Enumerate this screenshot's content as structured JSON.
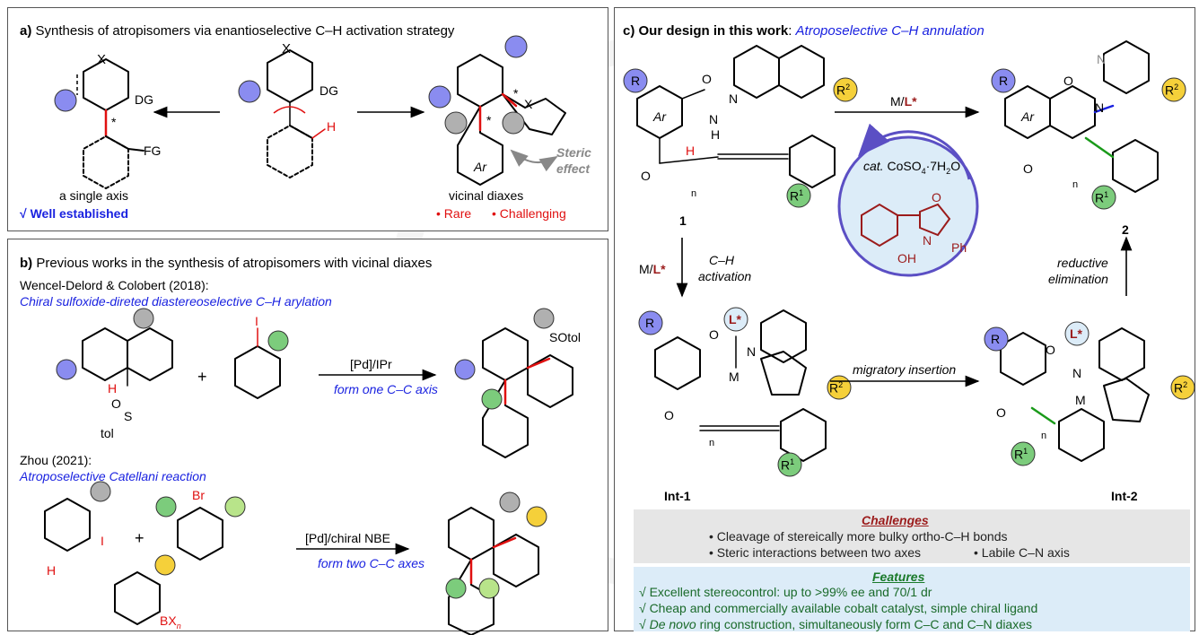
{
  "panel_a": {
    "heading_letter": "a)",
    "heading_text": "Synthesis of atropisomers via enantioselective C–H activation strategy",
    "left_caption": "a single axis",
    "left_status": "√ Well established",
    "right_caption": "vicinal diaxes",
    "right_tag_1": "• Rare",
    "right_tag_2": "• Challenging",
    "steric_label_1": "Steric",
    "steric_label_2": "effect",
    "label_X": "X",
    "label_DG": "DG",
    "label_FG": "FG",
    "label_H": "H",
    "label_Ar": "Ar",
    "label_star": "*"
  },
  "panel_b": {
    "heading_letter": "b)",
    "heading_text": "Previous works in the synthesis of atropisomers with vicinal diaxes",
    "work1_authors": "Wencel-Delord & Colobert (2018):",
    "work1_title": "Chiral sulfoxide-direted diastereoselective C–H arylation",
    "work1_reagent": "[Pd]/IPr",
    "work1_note": "form one C–C axis",
    "work1_product_group": "SOtol",
    "work1_S": "S",
    "work1_O": "O",
    "work1_tol": "tol",
    "work2_authors": "Zhou (2021):",
    "work2_title": "Atroposelective Catellani reaction",
    "work2_reagent": "[Pd]/chiral NBE",
    "work2_note": "form two C–C axes",
    "label_I": "I",
    "label_Br": "Br",
    "label_H": "H",
    "label_BX": "BX",
    "label_n": "n",
    "plus": "+"
  },
  "panel_c": {
    "heading_prefix": "c) Our design in this work",
    "heading_colon": ":",
    "heading_title": "Atroposelective C–H annulation",
    "top_reagent_M": "M/",
    "top_reagent_L": "L*",
    "compound_1": "1",
    "compound_2": "2",
    "int1": "Int-1",
    "int2": "Int-2",
    "step_CH_1": "C–H",
    "step_CH_2": "activation",
    "step_reductive_1": "reductive",
    "step_reductive_2": "elimination",
    "step_migratory": "migratory insertion",
    "catalyst_prefix": "cat.",
    "catalyst": "CoSO",
    "catalyst_sub": "4",
    "catalyst_rest": "·7H",
    "catalyst_sub2": "2",
    "catalyst_O": "O",
    "ligand_OH": "OH",
    "ligand_O": "O",
    "ligand_N": "N",
    "ligand_Ph": "Ph",
    "label_R": "R",
    "label_R1": "R",
    "label_R1_sup": "1",
    "label_R2": "R",
    "label_R2_sup": "2",
    "label_N": "N",
    "label_H": "H",
    "label_O": "O",
    "label_M": "M",
    "label_L": "L*",
    "label_Ar": "Ar",
    "label_n": "n",
    "challenges_title": "Challenges",
    "challenges": [
      "• Cleavage of stereically more bulky ortho-C–H bonds",
      "• Steric interactions between two axes",
      "•  Labile C–N axis"
    ],
    "features_title": "Features",
    "features": [
      "√  Excellent stereocontrol: up to >99% ee and 70/1 dr",
      "√  Cheap and commercially available cobalt catalyst, simple chiral ligand",
      "√  "
    ],
    "feature3_italic": "De novo",
    "feature3_rest": " ring construction, simultaneously form C–C and C–N diaxes"
  },
  "colors": {
    "blue_heading": "#1a22e0",
    "red": "#e01010",
    "dark_red": "#9b1b1b",
    "circle_fill": "#dcecf8",
    "circle_stroke": "#5b4fc4",
    "challenge_bg": "#e6e6e6",
    "features_bg": "#dcecf8"
  }
}
